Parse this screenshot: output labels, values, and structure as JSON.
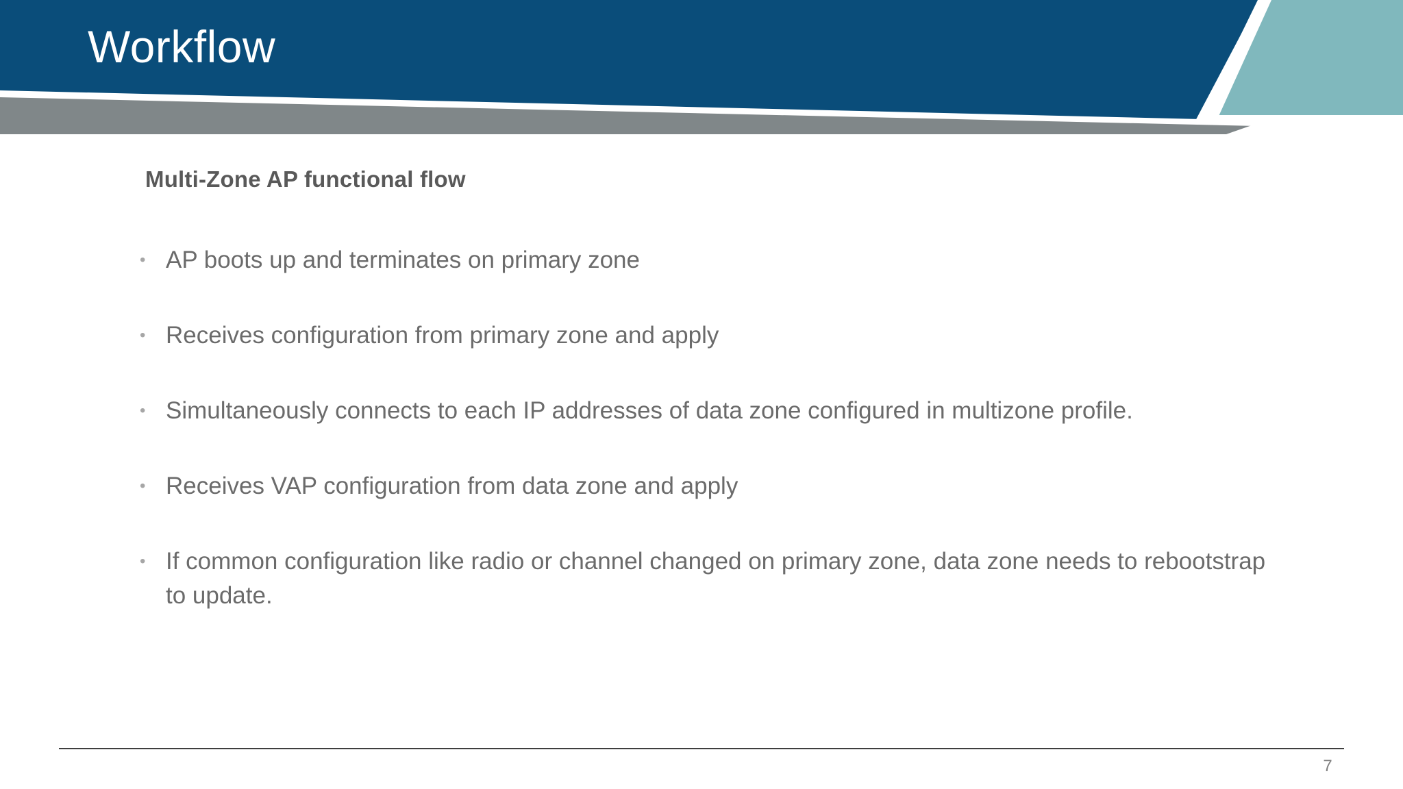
{
  "slide": {
    "title": "Workflow",
    "subtitle": "Multi-Zone AP functional flow",
    "page_number": "7",
    "bullet_marker": "•",
    "bullets": [
      {
        "text": "AP boots up and terminates on primary zone"
      },
      {
        "text": "Receives configuration from primary zone and apply"
      },
      {
        "text": "Simultaneously connects to each IP addresses of data zone configured in multizone profile."
      },
      {
        "text": "Receives VAP configuration from data zone and apply"
      },
      {
        "text": "If common configuration like radio or channel changed on primary zone, data zone needs to rebootstrap to update."
      }
    ]
  },
  "theme": {
    "banner_blue": "#0A4D7A",
    "accent_teal": "#80B8BD",
    "wedge_gray": "#808789",
    "title_color": "#FFFFFF",
    "subtitle_color": "#595959",
    "body_text_color": "#6B6B6B",
    "bullet_marker_color": "#A6A6A6",
    "rule_color": "#3F3F3F",
    "page_number_color": "#808080",
    "background": "#FFFFFF"
  },
  "decor": {
    "banner_shape_name": "blue-banner-polygon",
    "teal_shape_name": "teal-accent-polygon",
    "gray_shape_name": "gray-wedge-polygon",
    "white_slash_name": "white-diagonal-slash"
  }
}
